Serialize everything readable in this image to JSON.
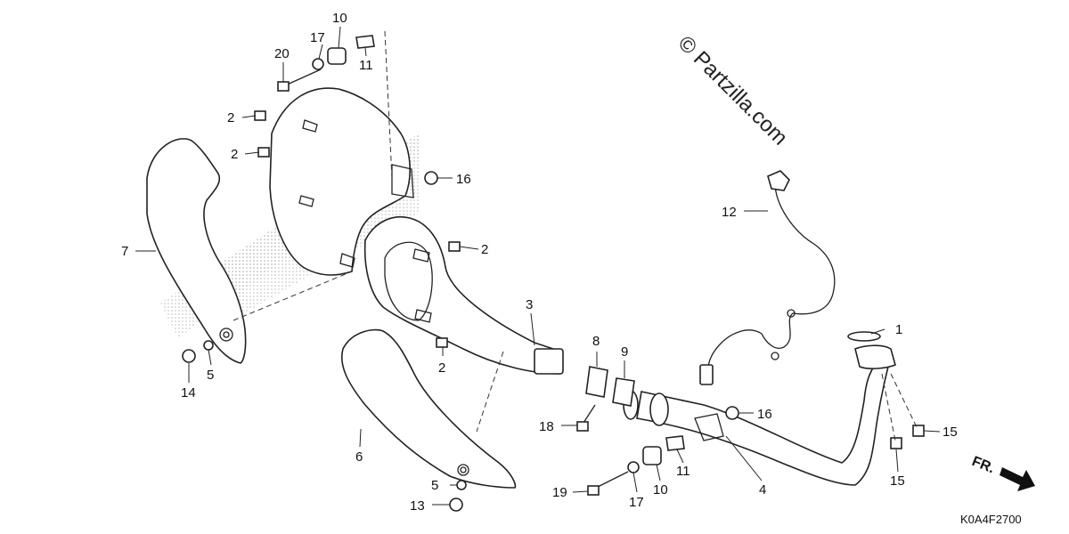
{
  "diagram": {
    "watermark": "© Partzilla.com",
    "diagram_code": "K0A4F2700",
    "direction_label": "FR.",
    "callouts": [
      {
        "id": "c1",
        "label": "1"
      },
      {
        "id": "c2a",
        "label": "2"
      },
      {
        "id": "c2b",
        "label": "2"
      },
      {
        "id": "c2c",
        "label": "2"
      },
      {
        "id": "c2d",
        "label": "2"
      },
      {
        "id": "c3",
        "label": "3"
      },
      {
        "id": "c4",
        "label": "4"
      },
      {
        "id": "c5a",
        "label": "5"
      },
      {
        "id": "c5b",
        "label": "5"
      },
      {
        "id": "c6",
        "label": "6"
      },
      {
        "id": "c7",
        "label": "7"
      },
      {
        "id": "c8",
        "label": "8"
      },
      {
        "id": "c9",
        "label": "9"
      },
      {
        "id": "c10a",
        "label": "10"
      },
      {
        "id": "c10b",
        "label": "10"
      },
      {
        "id": "c11a",
        "label": "11"
      },
      {
        "id": "c11b",
        "label": "11"
      },
      {
        "id": "c12",
        "label": "12"
      },
      {
        "id": "c13",
        "label": "13"
      },
      {
        "id": "c14",
        "label": "14"
      },
      {
        "id": "c15a",
        "label": "15"
      },
      {
        "id": "c15b",
        "label": "15"
      },
      {
        "id": "c16a",
        "label": "16"
      },
      {
        "id": "c16b",
        "label": "16"
      },
      {
        "id": "c17a",
        "label": "17"
      },
      {
        "id": "c17b",
        "label": "17"
      },
      {
        "id": "c18",
        "label": "18"
      },
      {
        "id": "c19",
        "label": "19"
      },
      {
        "id": "c20",
        "label": "20"
      }
    ]
  }
}
